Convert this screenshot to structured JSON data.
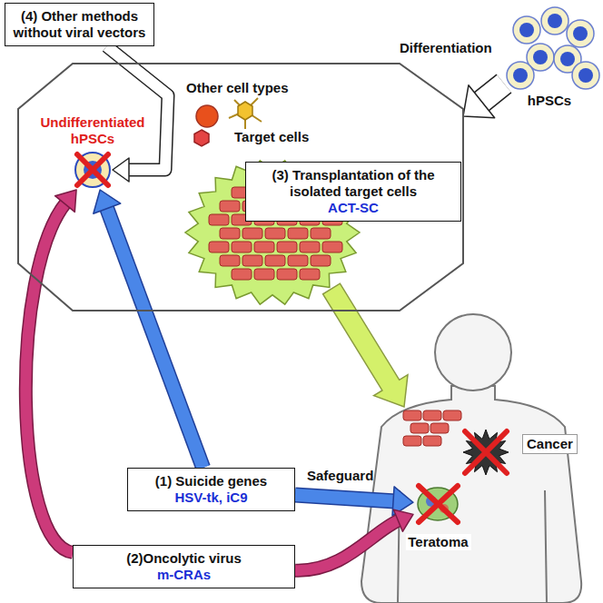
{
  "diagram": {
    "nodes": [
      {
        "text": [
          "(4) Other methods without viral vectors"
        ]
      },
      {
        "text": [
          "Other cell types"
        ]
      },
      {
        "text": [
          "Undifferentiated hPSCs"
        ],
        "in": 1
      },
      {
        "text": [
          "Target cells"
        ],
        "in": 1
      },
      {
        "text": [
          "(3) Transplantation of the isolated target cells",
          "ACT-SC"
        ],
        "in": 1
      },
      {
        "text": [
          "hPSCs"
        ]
      },
      {
        "text": [
          "Teratoma"
        ]
      },
      {
        "text": [
          "Cancer"
        ]
      },
      {
        "text": [
          "(1) Suicide genes",
          "HSV-tk, iC9"
        ]
      },
      {
        "text": [
          "(2)Oncolytic virus",
          "m-CRAs"
        ]
      }
    ],
    "edges": [
      {
        "from": 0,
        "to": 2,
        "arrow": "to"
      },
      {
        "from": 8,
        "to": 6,
        "label": "Safeguard",
        "arrow": "to"
      },
      {
        "from": 8,
        "to": 2,
        "arrow": "to"
      },
      {
        "from": 9,
        "to": 2,
        "arrow": "to"
      },
      {
        "from": 9,
        "to": 6,
        "arrow": "to"
      },
      {
        "from": 5,
        "to": 1,
        "label": "Differentiation",
        "arrow": "to"
      }
    ]
  }
}
